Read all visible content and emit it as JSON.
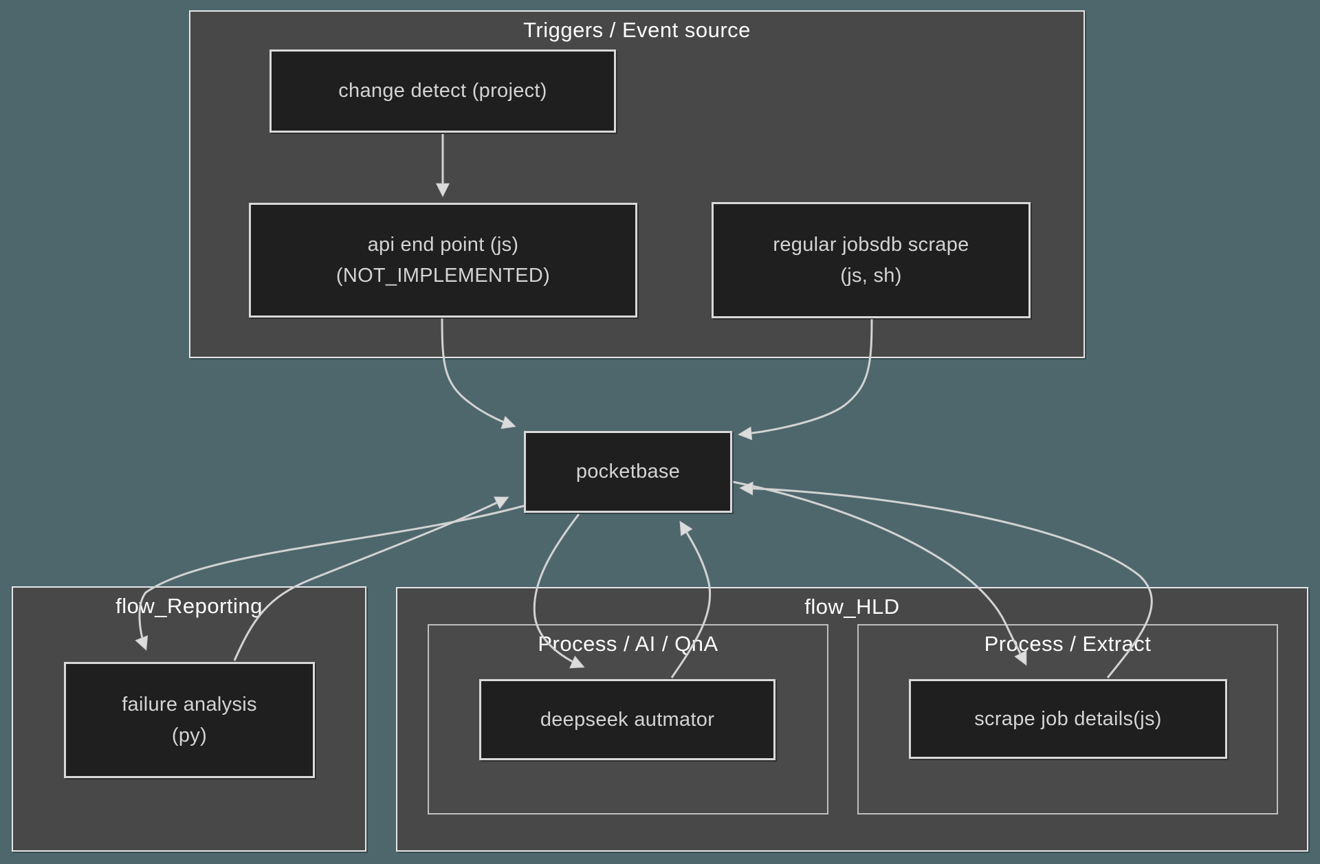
{
  "diagram": {
    "type": "flowchart",
    "background_color": "#4d676d",
    "colors": {
      "container_fill": "#484848",
      "container_border": "#e6e6e6",
      "subcontainer_border": "#bfbfbf",
      "node_fill": "#1f1f1f",
      "node_border": "#d9d9d9",
      "node_text": "#d4d4d4",
      "title_text": "#ffffff",
      "edge_stroke": "#d3d3d3"
    },
    "containers": {
      "triggers": {
        "title": "Triggers / Event source"
      },
      "flow_reporting": {
        "title": "flow_Reporting"
      },
      "flow_hld": {
        "title": "flow_HLD"
      },
      "process_ai_qna": {
        "title": "Process / AI / QnA"
      },
      "process_extract": {
        "title": "Process / Extract"
      }
    },
    "nodes": {
      "change_detect": {
        "label": "change detect (project)"
      },
      "api_end_point": {
        "line1": "api end point (js)",
        "line2": "(NOT_IMPLEMENTED)"
      },
      "regular_jobsdb": {
        "line1": "regular jobsdb scrape",
        "line2": "(js, sh)"
      },
      "pocketbase": {
        "label": "pocketbase"
      },
      "failure_analysis": {
        "line1": "failure analysis",
        "line2": "(py)"
      },
      "deepseek_autmator": {
        "label": "deepseek autmator"
      },
      "scrape_job_details": {
        "label": "scrape job details(js)"
      }
    },
    "edges": [
      {
        "from": "change_detect",
        "to": "api_end_point"
      },
      {
        "from": "api_end_point",
        "to": "pocketbase"
      },
      {
        "from": "regular_jobsdb",
        "to": "pocketbase"
      },
      {
        "from": "pocketbase",
        "to": "failure_analysis"
      },
      {
        "from": "failure_analysis",
        "to": "pocketbase"
      },
      {
        "from": "pocketbase",
        "to": "deepseek_autmator"
      },
      {
        "from": "deepseek_autmator",
        "to": "pocketbase"
      },
      {
        "from": "pocketbase",
        "to": "scrape_job_details"
      },
      {
        "from": "scrape_job_details",
        "to": "pocketbase"
      }
    ]
  }
}
